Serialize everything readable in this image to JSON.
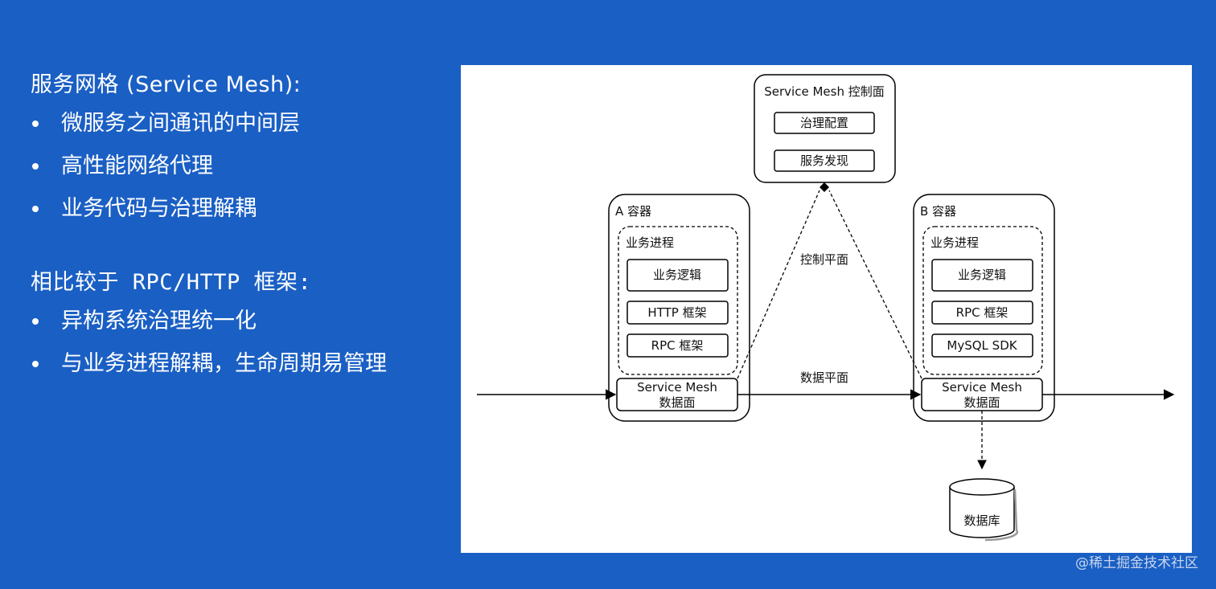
{
  "left": {
    "heading1": "服务网格 (Service Mesh):",
    "bullets1": [
      "微服务之间通讯的中间层",
      "高性能网络代理",
      "业务代码与治理解耦"
    ],
    "heading2": "相比较于 RPC/HTTP 框架:",
    "bullets2": [
      "异构系统治理统一化",
      "与业务进程解耦，生命周期易管理"
    ]
  },
  "diagram": {
    "control": {
      "title": "Service Mesh 控制面",
      "item1": "治理配置",
      "item2": "服务发现"
    },
    "containerA": {
      "title": "A 容器",
      "process": "业务进程",
      "logic": "业务逻辑",
      "fw1": "HTTP 框架",
      "fw2": "RPC 框架",
      "mesh1": "Service Mesh",
      "mesh2": "数据面"
    },
    "containerB": {
      "title": "B 容器",
      "process": "业务进程",
      "logic": "业务逻辑",
      "fw1": "RPC 框架",
      "fw2": "MySQL SDK",
      "mesh1": "Service Mesh",
      "mesh2": "数据面"
    },
    "control_plane_label": "控制平面",
    "data_plane_label": "数据平面",
    "database": "数据库"
  },
  "watermark": "@稀土掘金技术社区"
}
